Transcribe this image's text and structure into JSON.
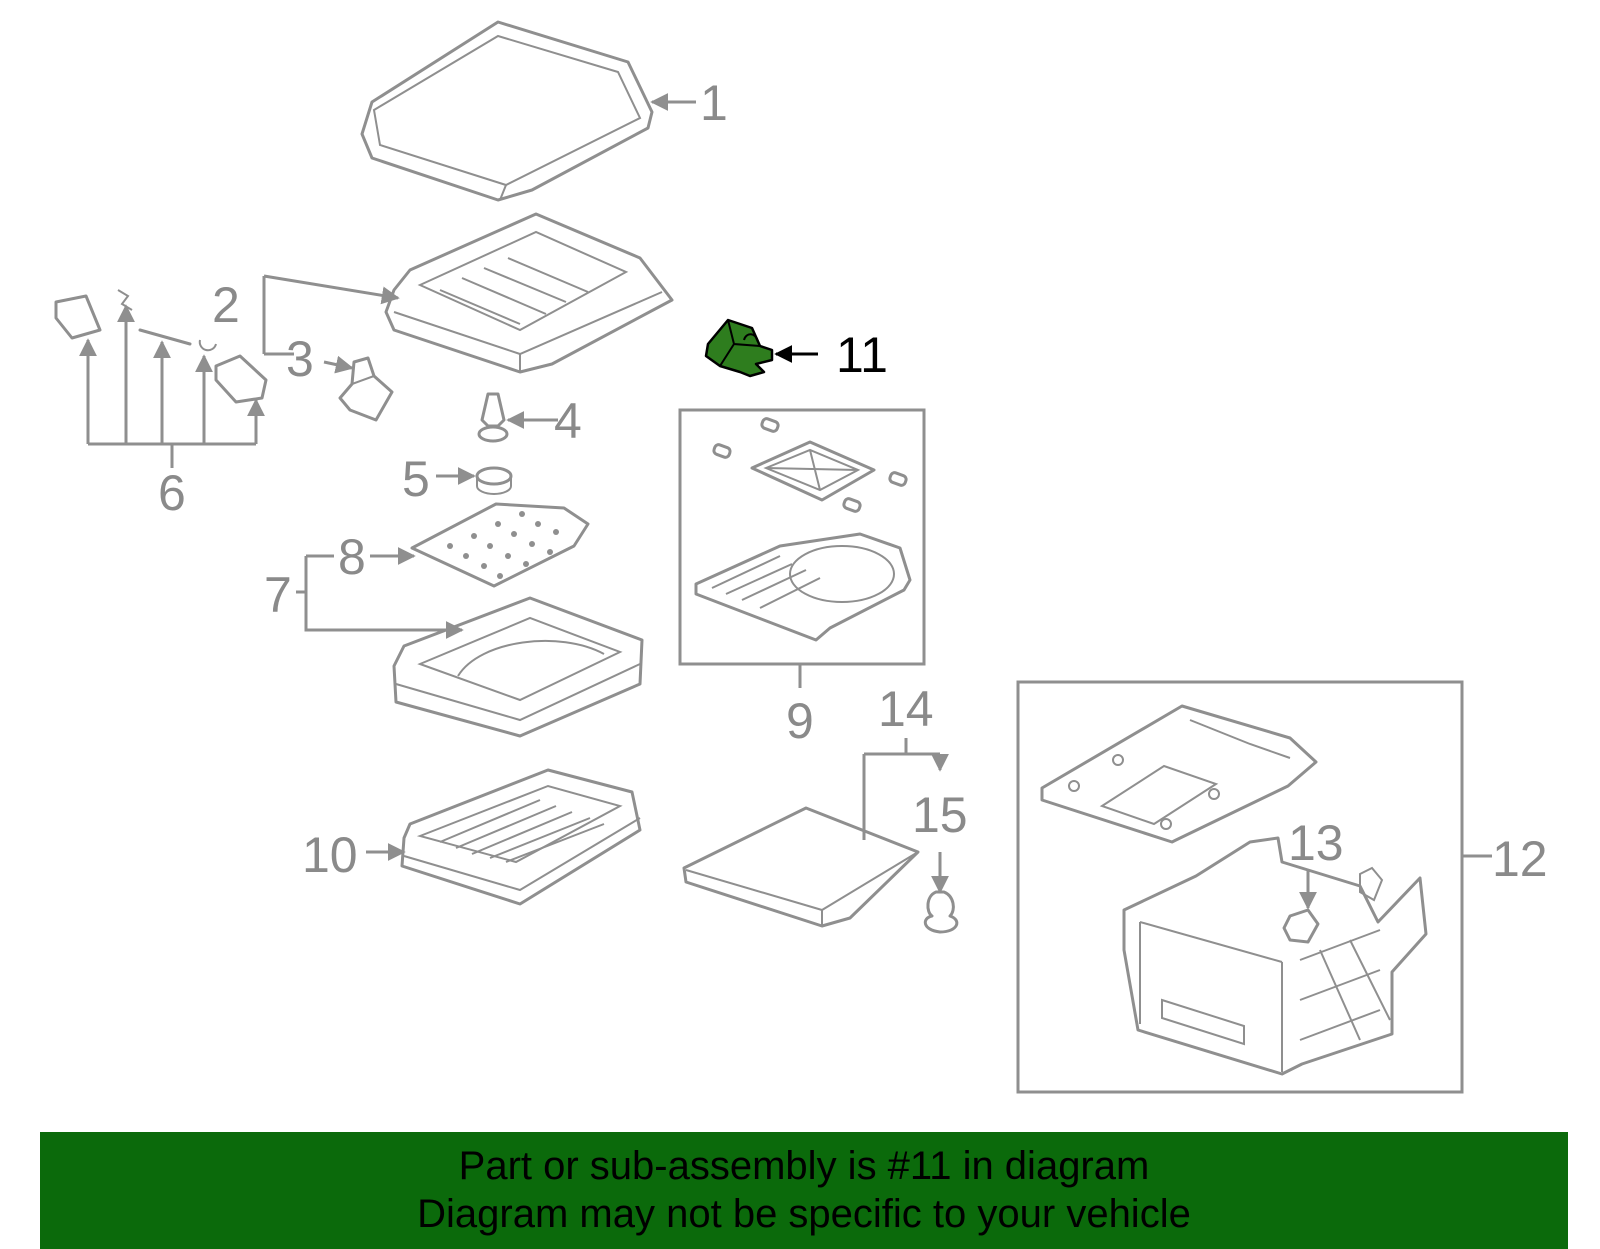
{
  "diagram": {
    "callouts": {
      "c1": "1",
      "c2": "2",
      "c3": "3",
      "c4": "4",
      "c5": "5",
      "c6": "6",
      "c7": "7",
      "c8": "8",
      "c9": "9",
      "c10": "10",
      "c11": "11",
      "c12": "12",
      "c13": "13",
      "c14": "14",
      "c15": "15"
    },
    "highlight_part": "11",
    "colors": {
      "line": "#8f8f8f",
      "highlight": "#2e7d1e",
      "banner": "#0b6a0b"
    }
  },
  "banner": {
    "line1": "Part or sub-assembly is #11 in diagram",
    "line2": "Diagram may not be specific to your vehicle"
  }
}
